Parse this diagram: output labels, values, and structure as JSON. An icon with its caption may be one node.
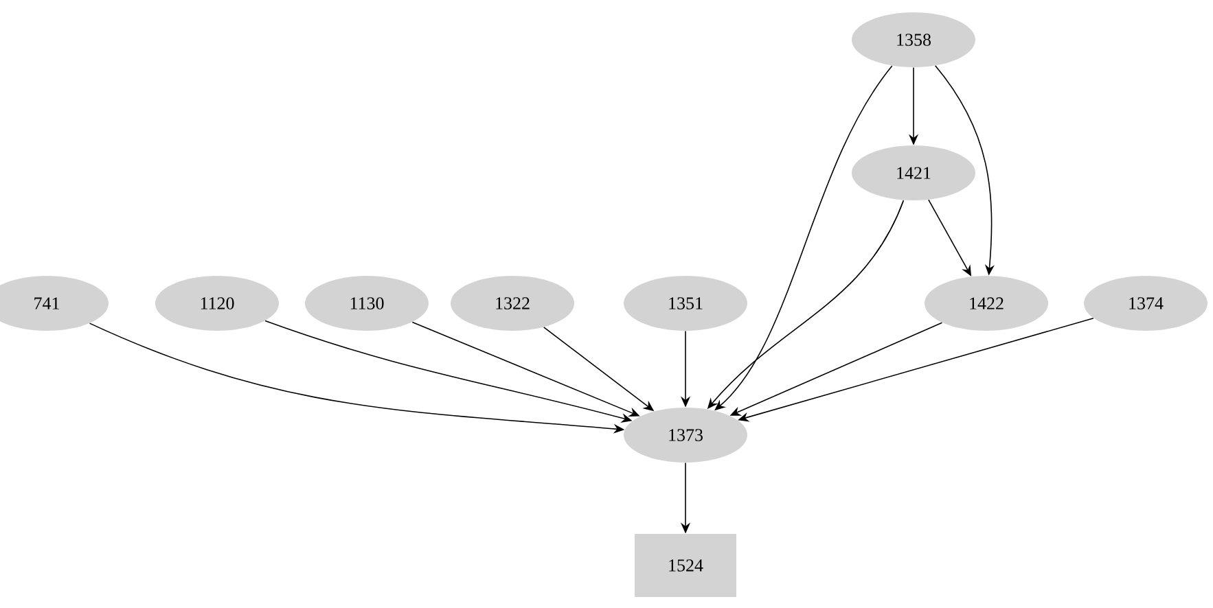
{
  "diagram": {
    "nodes": [
      {
        "text": [
          "1358"
        ]
      },
      {
        "text": [
          "1421"
        ]
      },
      {
        "text": [
          "741"
        ]
      },
      {
        "text": [
          "1120"
        ]
      },
      {
        "text": [
          "1130"
        ]
      },
      {
        "text": [
          "1322"
        ]
      },
      {
        "text": [
          "1351"
        ]
      },
      {
        "text": [
          "1422"
        ]
      },
      {
        "text": [
          "1374"
        ]
      },
      {
        "text": [
          "1373"
        ]
      },
      {
        "text": [
          "1524"
        ]
      }
    ],
    "edges": [
      {
        "from": 0,
        "to": 1,
        "arrow": "to"
      },
      {
        "from": 0,
        "to": 9,
        "arrow": "to"
      },
      {
        "from": 0,
        "to": 7,
        "arrow": "to"
      },
      {
        "from": 1,
        "to": 7,
        "arrow": "to"
      },
      {
        "from": 1,
        "to": 9,
        "arrow": "to"
      },
      {
        "from": 2,
        "to": 9,
        "arrow": "to"
      },
      {
        "from": 3,
        "to": 9,
        "arrow": "to"
      },
      {
        "from": 4,
        "to": 9,
        "arrow": "to"
      },
      {
        "from": 5,
        "to": 9,
        "arrow": "to"
      },
      {
        "from": 6,
        "to": 9,
        "arrow": "to"
      },
      {
        "from": 7,
        "to": 9,
        "arrow": "to"
      },
      {
        "from": 8,
        "to": 9,
        "arrow": "to"
      },
      {
        "from": 9,
        "to": 10,
        "arrow": "to"
      }
    ]
  }
}
